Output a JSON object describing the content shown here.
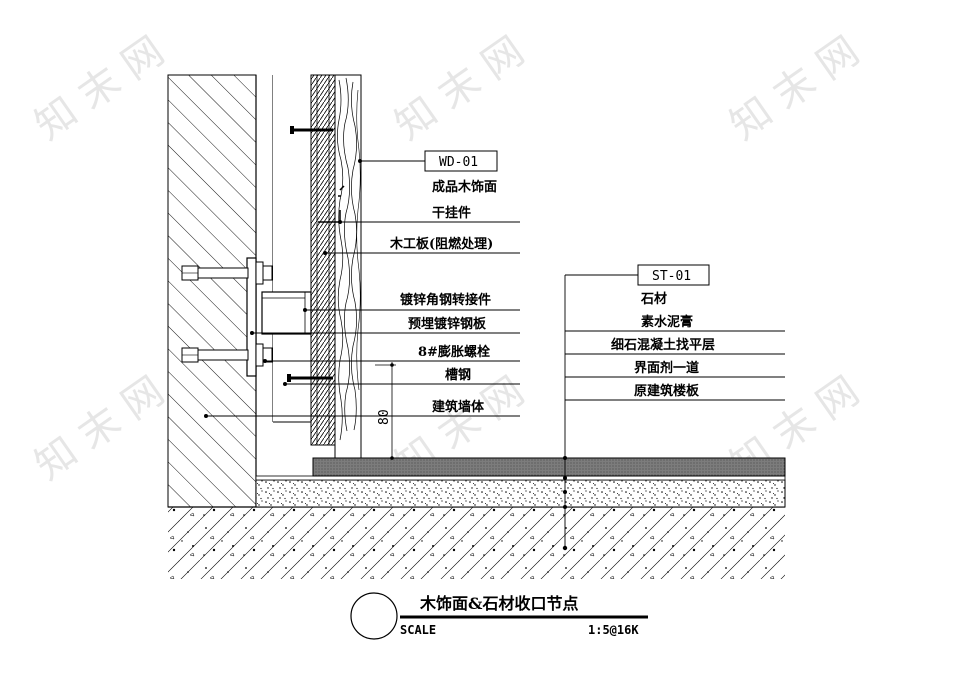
{
  "tags": {
    "wd": "WD-01",
    "st": "ST-01"
  },
  "wood_labels": [
    "成品木饰面",
    "干挂件",
    "木工板(阻燃处理)",
    "镀锌角钢转接件",
    "预埋镀锌钢板",
    "8#膨胀螺栓",
    "槽钢",
    "建筑墙体"
  ],
  "stone_labels": [
    "石材",
    "素水泥膏",
    "细石混凝土找平层",
    "界面剂一道",
    "原建筑楼板"
  ],
  "dimension": "80",
  "title_block": {
    "title": "木饰面&石材收口节点",
    "scale_label": "SCALE",
    "scale_value": "1:5@16K"
  }
}
